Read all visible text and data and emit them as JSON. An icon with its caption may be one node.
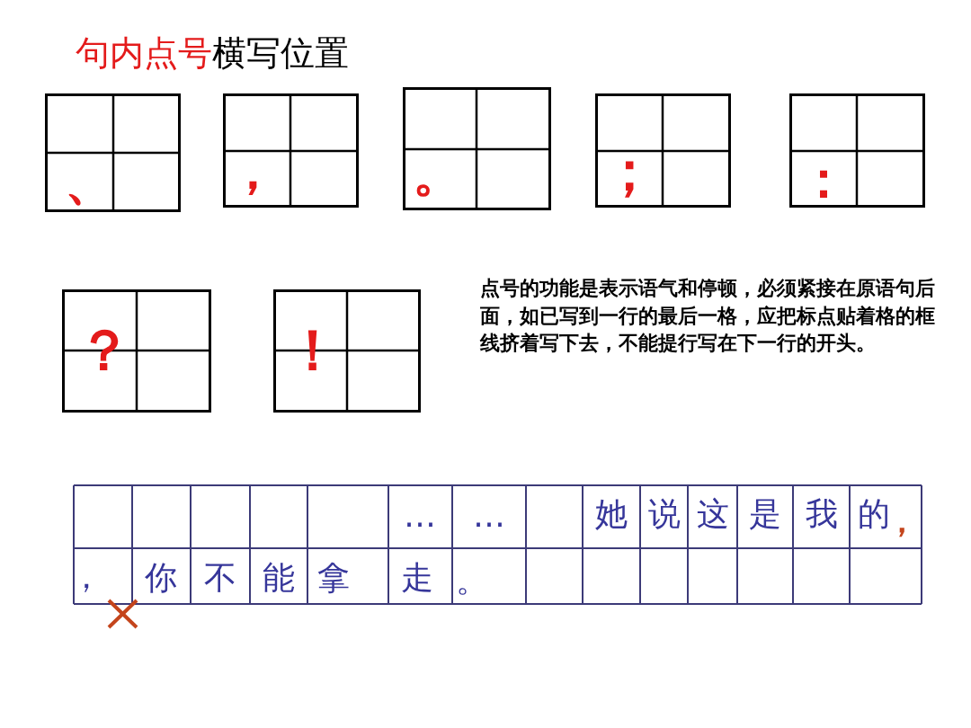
{
  "diagram": {
    "title": "句内点号横写位置",
    "nodes": [
      {
        "text": [
          "、"
        ]
      },
      {
        "text": [
          "，"
        ]
      },
      {
        "text": [
          "。"
        ]
      },
      {
        "text": [
          "；"
        ]
      },
      {
        "text": [
          "："
        ]
      },
      {
        "text": [
          "？"
        ]
      },
      {
        "text": [
          "！"
        ]
      }
    ],
    "edges": [],
    "labels": [
      "点号的功能是表示语气和停顿，必须紧接在原语句后面，如已写到一行的最后一格，应把标点贴着格的框线挤着写下去，不能提行写在下一行的开头。",
      "…",
      "…",
      "她",
      "说",
      "这",
      "是",
      "我",
      "的",
      "，",
      "，",
      "你",
      "不",
      "能",
      "拿",
      "走",
      "。"
    ]
  }
}
